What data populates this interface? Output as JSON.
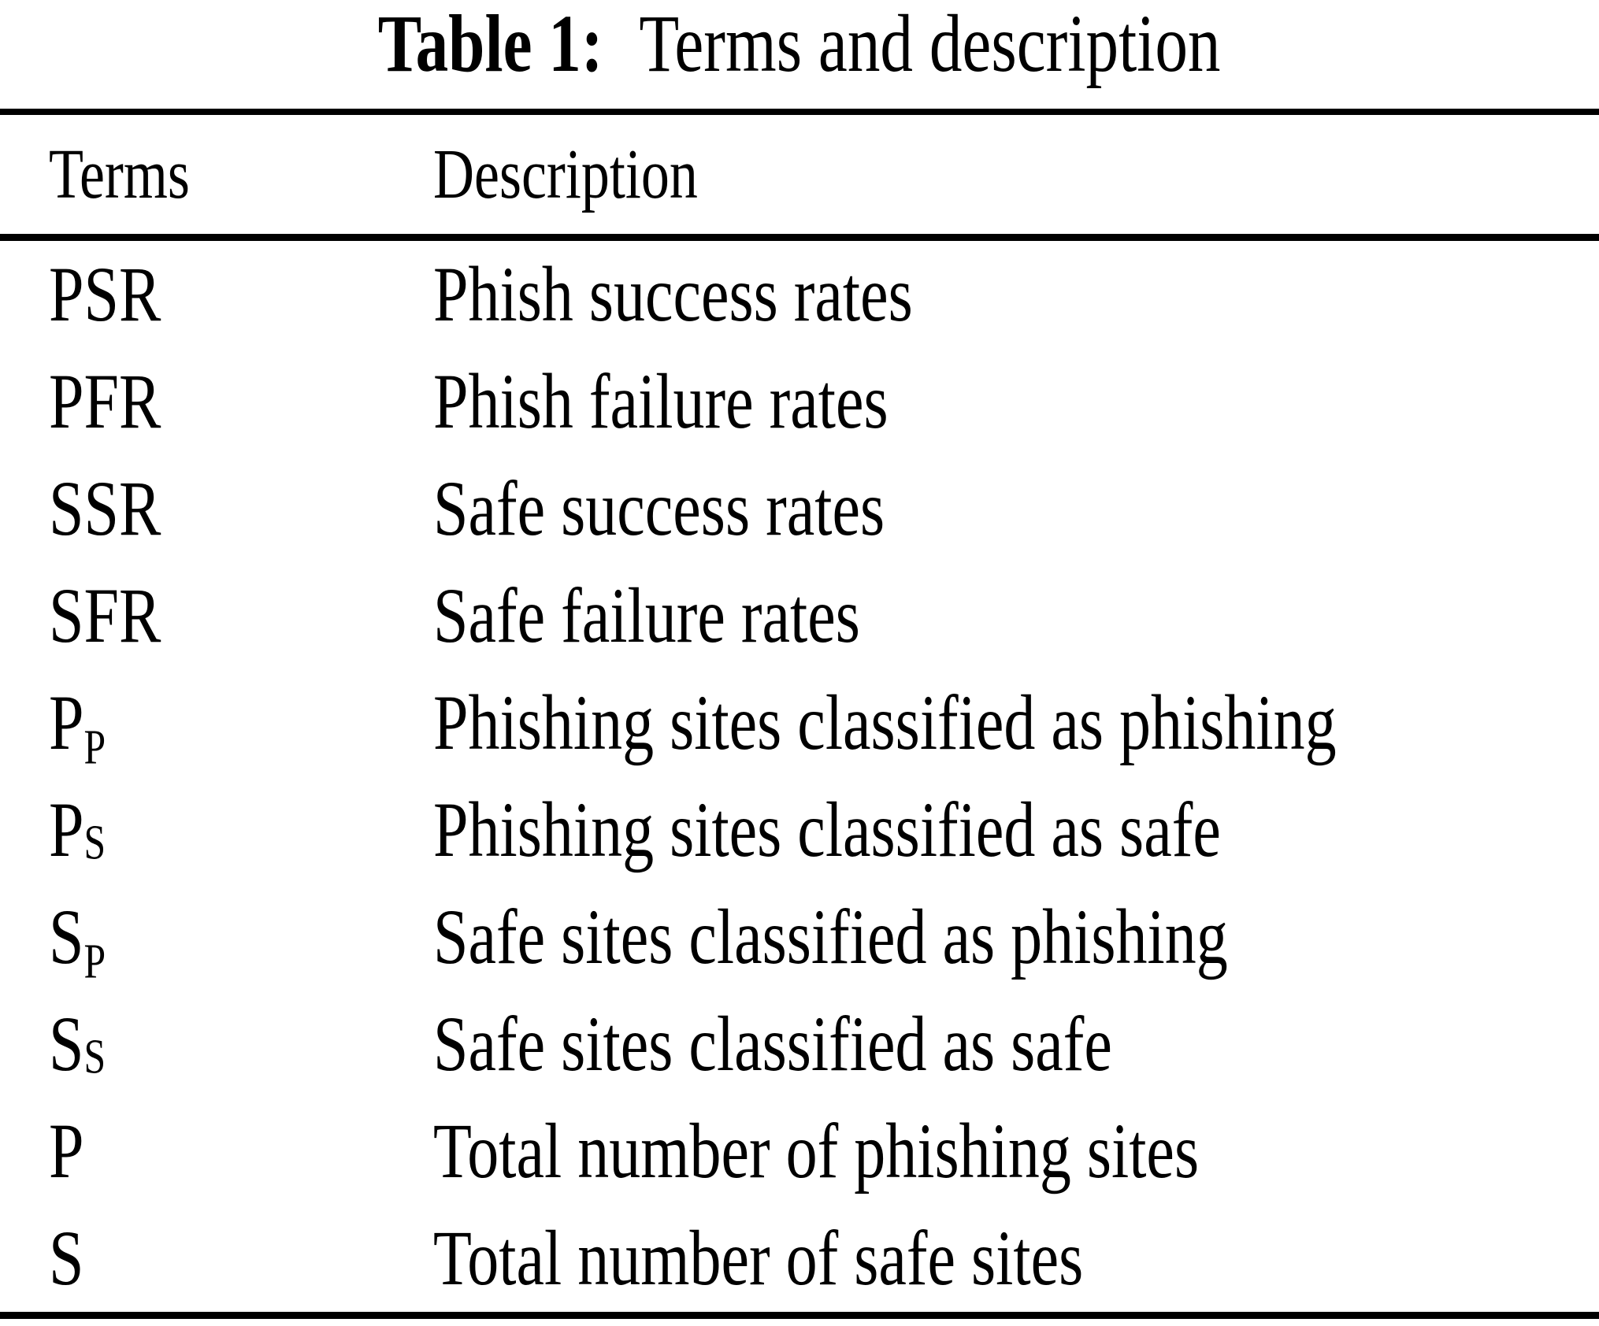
{
  "title": {
    "label": "Table 1:",
    "text": "Terms and description"
  },
  "table": {
    "headers": {
      "terms": "Terms",
      "description": "Description"
    },
    "rows": [
      {
        "term_base": "PSR",
        "term_sub": "",
        "description": "Phish success rates"
      },
      {
        "term_base": "PFR",
        "term_sub": "",
        "description": "Phish failure rates"
      },
      {
        "term_base": "SSR",
        "term_sub": "",
        "description": "Safe success rates"
      },
      {
        "term_base": "SFR",
        "term_sub": "",
        "description": "Safe failure rates"
      },
      {
        "term_base": "P",
        "term_sub": "P",
        "description": "Phishing sites classified as phishing"
      },
      {
        "term_base": "P",
        "term_sub": "S",
        "description": "Phishing sites classified as safe"
      },
      {
        "term_base": "S",
        "term_sub": "P",
        "description": "Safe sites classified as phishing"
      },
      {
        "term_base": "S",
        "term_sub": "S",
        "description": "Safe sites classified as safe"
      },
      {
        "term_base": "P",
        "term_sub": "",
        "description": "Total number of phishing sites"
      },
      {
        "term_base": "S",
        "term_sub": "",
        "description": "Total number of safe sites"
      }
    ]
  },
  "colors": {
    "background": "#ffffff",
    "text": "#000000",
    "rule": "#000000"
  }
}
